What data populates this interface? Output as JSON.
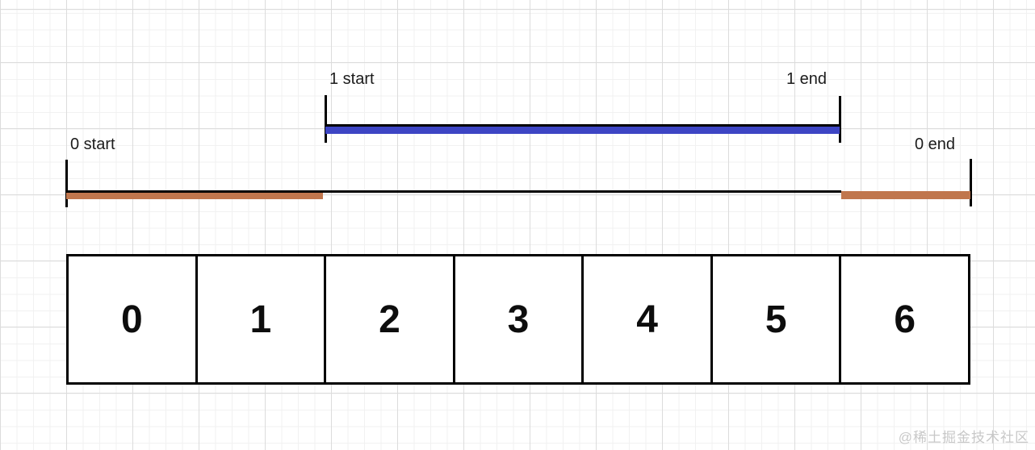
{
  "watermark": "@稀土掘金技术社区",
  "intervals": [
    {
      "id": "0",
      "start_label": "0 start",
      "end_label": "0 end",
      "color": "#c0764d"
    },
    {
      "id": "1",
      "start_label": "1 start",
      "end_label": "1 end",
      "color": "#3d45c4"
    }
  ],
  "array_cells": [
    "0",
    "1",
    "2",
    "3",
    "4",
    "5",
    "6"
  ],
  "colors": {
    "line": "#000000",
    "grid_minor": "#f1f1f1",
    "grid_major": "#dcdcdc",
    "watermark_text": "#c8c8c8"
  }
}
